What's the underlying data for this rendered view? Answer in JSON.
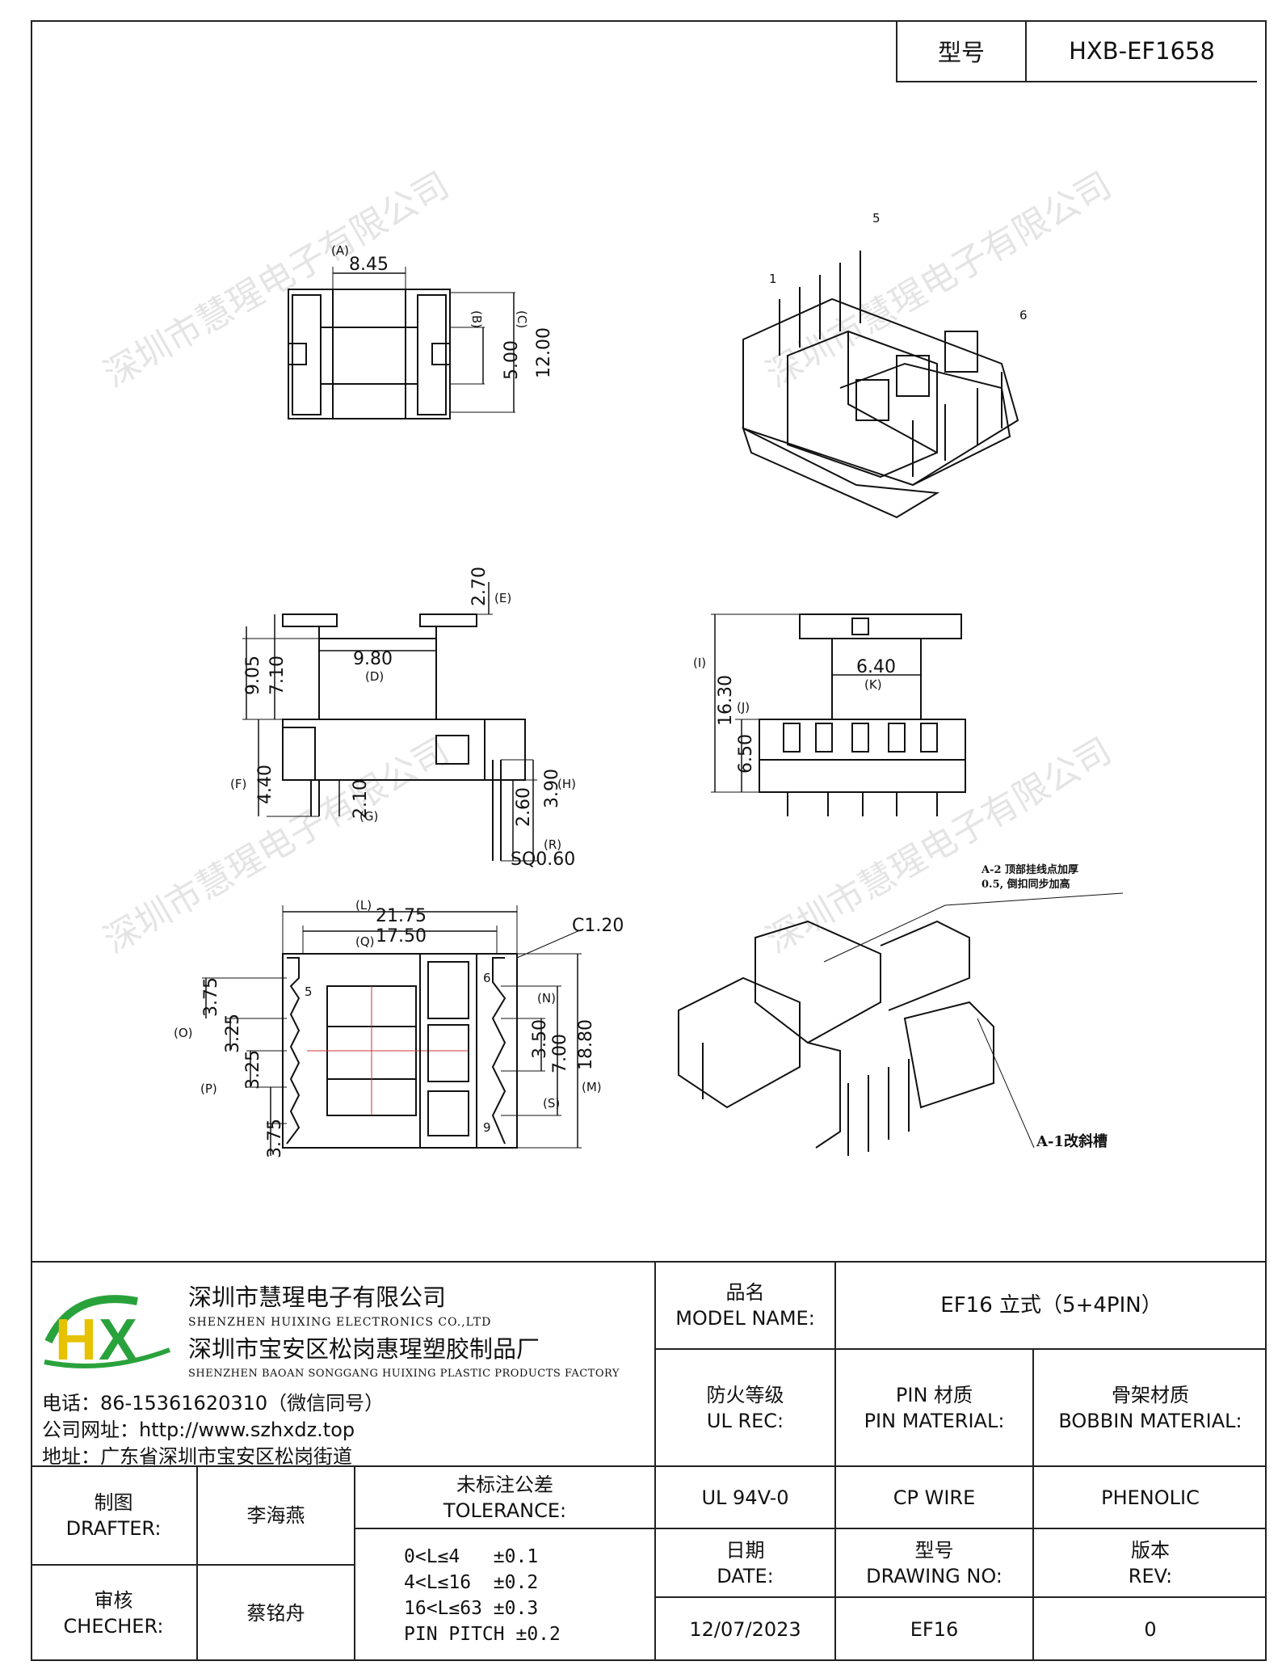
{
  "header": {
    "model_label": "型号",
    "model_value": "HXB-EF1658"
  },
  "dims": {
    "top_view": {
      "a": "8.45",
      "a_tag": "(A)",
      "b": "5.00",
      "b_tag": "(B)",
      "c": "12.00",
      "c_tag": "(C)"
    },
    "iso_pins": {
      "p1": "1",
      "p5": "5",
      "p6": "6"
    },
    "side_view": {
      "e": "2.70",
      "e_tag": "(E)",
      "d": "9.80",
      "d_tag": "(D)",
      "h905": "9.05",
      "h710": "7.10",
      "f": "4.40",
      "f_tag": "(F)",
      "g": "2.10",
      "g_tag": "(G)",
      "h260": "2.60",
      "h": "3.90",
      "h_tag": "(H)",
      "r_tag": "(R)",
      "sq": "SQ0.60"
    },
    "front_view": {
      "i": "16.30",
      "i_tag": "(I)",
      "j": "6.50",
      "j_tag": "(J)",
      "k": "6.40",
      "k_tag": "(K)"
    },
    "bottom_view": {
      "l": "21.75",
      "l_tag": "(L)",
      "q": "17.50",
      "q_tag": "(Q)",
      "c120": "C1.20",
      "o": "3.75",
      "o_tag": "(O)",
      "p": "3.25",
      "p_tag": "(P)",
      "p2": "3.25",
      "o2": "3.75",
      "n": "3.50",
      "n_tag": "(N)",
      "s": "7.00",
      "s_tag": "(S)",
      "m": "18.80",
      "m_tag": "(M)",
      "pin5": "5",
      "pin6": "6",
      "pin9": "9"
    },
    "notes": {
      "a2_line1": "A-2 顶部挂线点加厚",
      "a2_line2": "0.5, 倒扣同步加高",
      "a1": "A-1改斜槽"
    }
  },
  "watermark": "深圳市慧瑆电子有限公司",
  "company": {
    "name_cn": "深圳市慧瑆电子有限公司",
    "name_en": "SHENZHEN HUIXING ELECTRONICS CO.,LTD",
    "factory_cn": "深圳市宝安区松岗惠瑆塑胶制品厂",
    "factory_en": "SHENZHEN BAOAN SONGGANG HUIXING PLASTIC PRODUCTS FACTORY",
    "phone": "电话：86-15361620310（微信同号）",
    "website": "公司网址：http://www.szhxdz.top",
    "address": "地址：广东省深圳市宝安区松岗街道",
    "logo_colors": {
      "green": "#2aa23c",
      "yellow": "#e6c200"
    }
  },
  "table": {
    "model_name_cn": "品名",
    "model_name_en": "MODEL NAME:",
    "model_name_value": "EF16 立式（5+4PIN）",
    "ul_cn": "防火等级",
    "ul_en": "UL REC:",
    "pin_cn": "PIN 材质",
    "pin_en": "PIN MATERIAL:",
    "bobbin_cn": "骨架材质",
    "bobbin_en": "BOBBIN MATERIAL:",
    "ul_value": "UL 94V-0",
    "pin_value": "CP WIRE",
    "bobbin_value": "PHENOLIC",
    "drafter_cn": "制图",
    "drafter_en": "DRAFTER:",
    "drafter_name": "李海燕",
    "checker_cn": "审核",
    "checker_en": "CHECHER:",
    "checker_name": "蔡铭舟",
    "tol_cn": "未标注公差",
    "tol_en": "TOLERANCE:",
    "tol_lines": [
      "0<L≤4   ±0.1",
      "4<L≤16  ±0.2",
      "16<L≤63 ±0.3",
      "PIN PITCH ±0.2"
    ],
    "date_cn": "日期",
    "date_en": "DATE:",
    "date_value": "12/07/2023",
    "drawing_cn": "型号",
    "drawing_en": "DRAWING NO:",
    "drawing_value": "EF16",
    "rev_cn": "版本",
    "rev_en": "REV:",
    "rev_value": "0"
  }
}
